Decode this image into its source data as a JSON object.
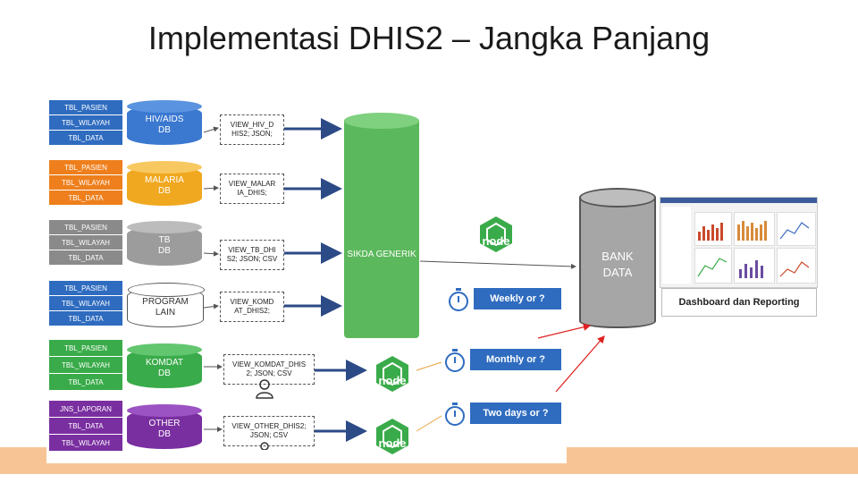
{
  "title": "Implementasi DHIS2 – Jangka Panjang",
  "groups": [
    {
      "color": "blue",
      "tables": [
        "TBL_PASIEN",
        "TBL_WILAYAH",
        "TBL_DATA"
      ],
      "db_label": [
        "HIV/AIDS",
        "DB"
      ],
      "view": [
        "VIEW_HIV_D",
        "HIS2; JSON;"
      ]
    },
    {
      "color": "orange",
      "tables": [
        "TBL_PASIEN",
        "TBL_WILAYAH",
        "TBL_DATA"
      ],
      "db_label": [
        "MALARIA",
        "DB"
      ],
      "view": [
        "VIEW_MALAR",
        "IA_DHIS;"
      ]
    },
    {
      "color": "gray",
      "tables": [
        "TBL_PASIEN",
        "TBL_WILAYAH",
        "TBL_DATA"
      ],
      "db_label": [
        "TB",
        "DB"
      ],
      "view": [
        "VIEW_TB_DHI",
        "S2; JSON; CSV"
      ]
    },
    {
      "color": "blue",
      "tables": [
        "TBL_PASIEN",
        "TBL_WILAYAH",
        "TBL_DATA"
      ],
      "db_label": [
        "PROGRAM",
        "LAIN"
      ],
      "view": [
        "VIEW_KOMD",
        "AT_DHIS2;"
      ]
    },
    {
      "color": "green",
      "tables": [
        "TBL_PASIEN",
        "TBL_WILAYAH",
        "TBL_DATA"
      ],
      "db_label": [
        "KOMDAT",
        "DB"
      ],
      "view": [
        "VIEW_KOMDAT_DHIS",
        "2; JSON; CSV"
      ]
    },
    {
      "color": "purple",
      "tables": [
        "JNS_LAPORAN",
        "TBL_DATA",
        "TBL_WILAYAH"
      ],
      "db_label": [
        "OTHER",
        "DB"
      ],
      "view": [
        "VIEW_OTHER_DHIS2;",
        "JSON; CSV"
      ]
    }
  ],
  "sikda_label": "SIKDA GENERIK",
  "bank_label": [
    "BANK",
    "DATA"
  ],
  "schedules": [
    "Weekly or ?",
    "Monthly or ?",
    "Two days or ?"
  ],
  "node_logo_text": "node",
  "dashboard_label": "Dashboard dan Reporting",
  "colors": {
    "blue": "#2f6cc0",
    "orange": "#ee7f1c",
    "gray": "#8a8a8a",
    "green": "#3aab4a",
    "purple": "#7a2fa0",
    "footer": "#f7c595",
    "arrow_red": "#e02020"
  }
}
